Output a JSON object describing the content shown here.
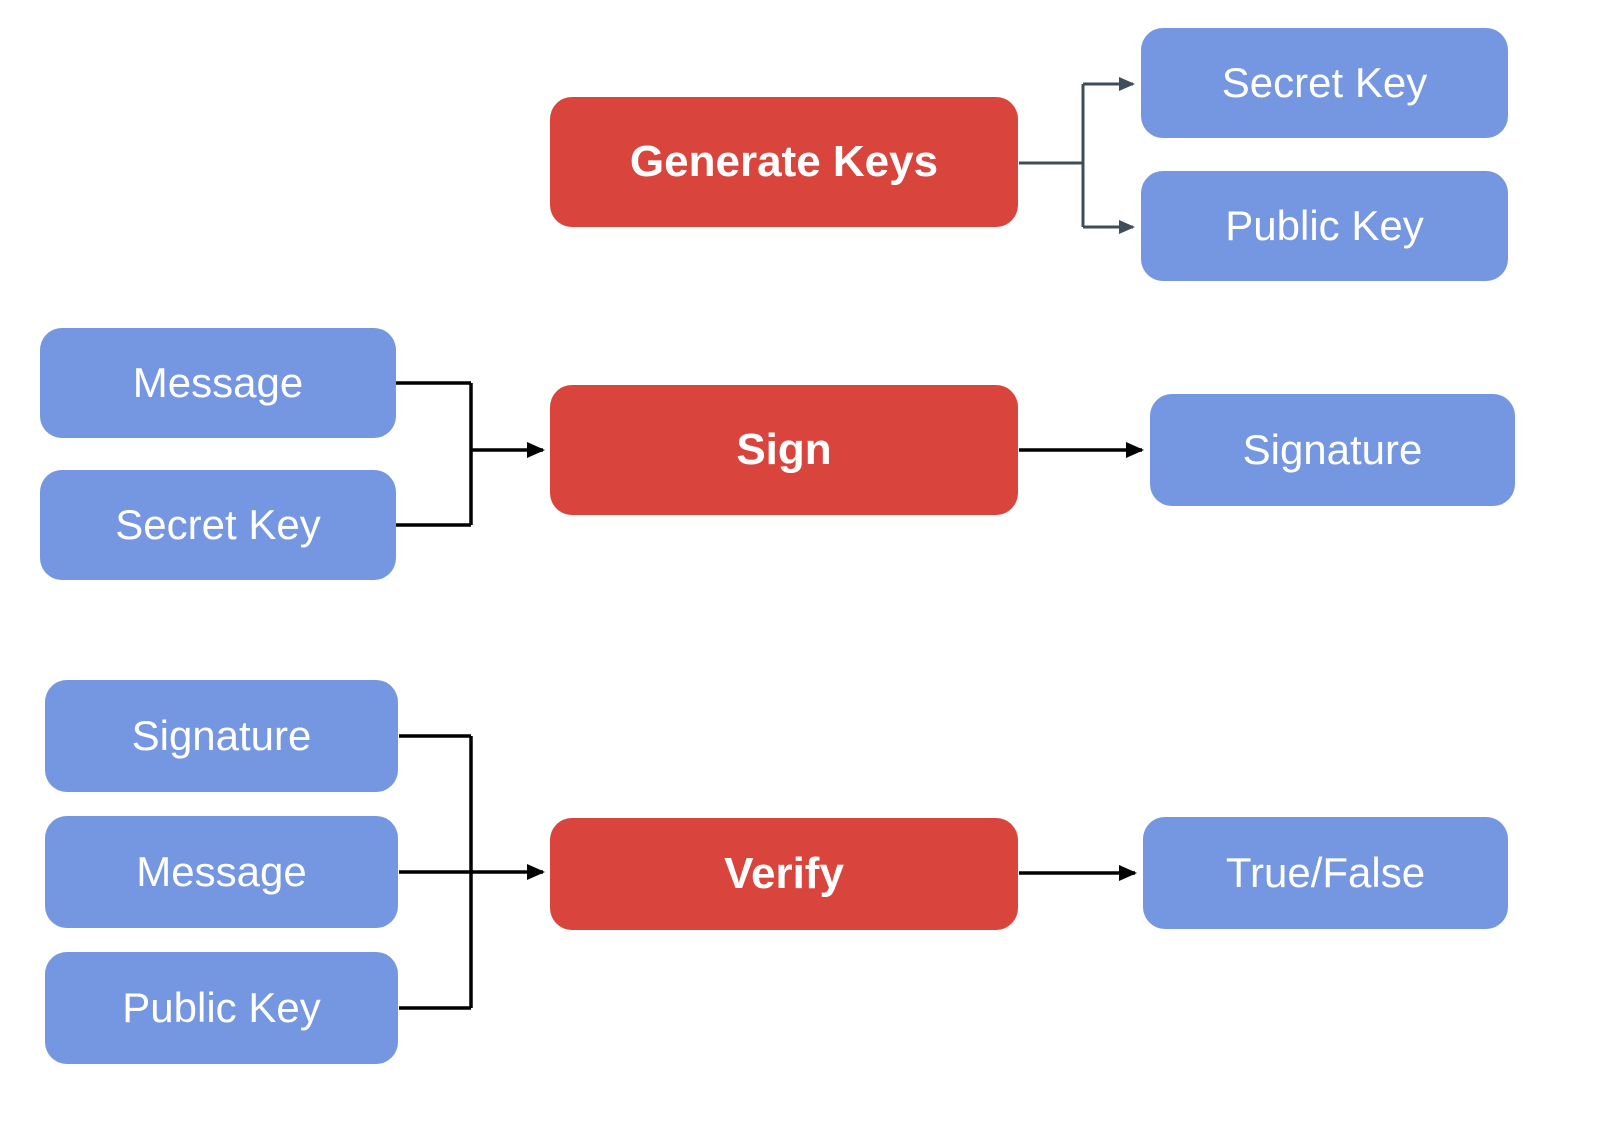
{
  "colors": {
    "process_fill": "#d9453c",
    "data_fill": "#7596e0",
    "label_text": "#ffffff",
    "arrow_dark": "#000000",
    "arrow_slate": "#3f4c59",
    "background": "#ffffff"
  },
  "nodes": {
    "generate_keys": "Generate Keys",
    "secret_key_output": "Secret Key",
    "public_key_output": "Public Key",
    "message_sign_input": "Message",
    "secret_key_sign_input": "Secret Key",
    "sign": "Sign",
    "signature_output": "Signature",
    "signature_verify_input": "Signature",
    "message_verify_input": "Message",
    "public_key_verify_input": "Public Key",
    "verify": "Verify",
    "true_false_output": "True/False"
  },
  "edges": [
    {
      "from": "Generate Keys",
      "to": "Secret Key"
    },
    {
      "from": "Generate Keys",
      "to": "Public Key"
    },
    {
      "from": "Message",
      "to": "Sign"
    },
    {
      "from": "Secret Key",
      "to": "Sign"
    },
    {
      "from": "Sign",
      "to": "Signature"
    },
    {
      "from": "Signature",
      "to": "Verify"
    },
    {
      "from": "Message",
      "to": "Verify"
    },
    {
      "from": "Public Key",
      "to": "Verify"
    },
    {
      "from": "Verify",
      "to": "True/False"
    }
  ]
}
